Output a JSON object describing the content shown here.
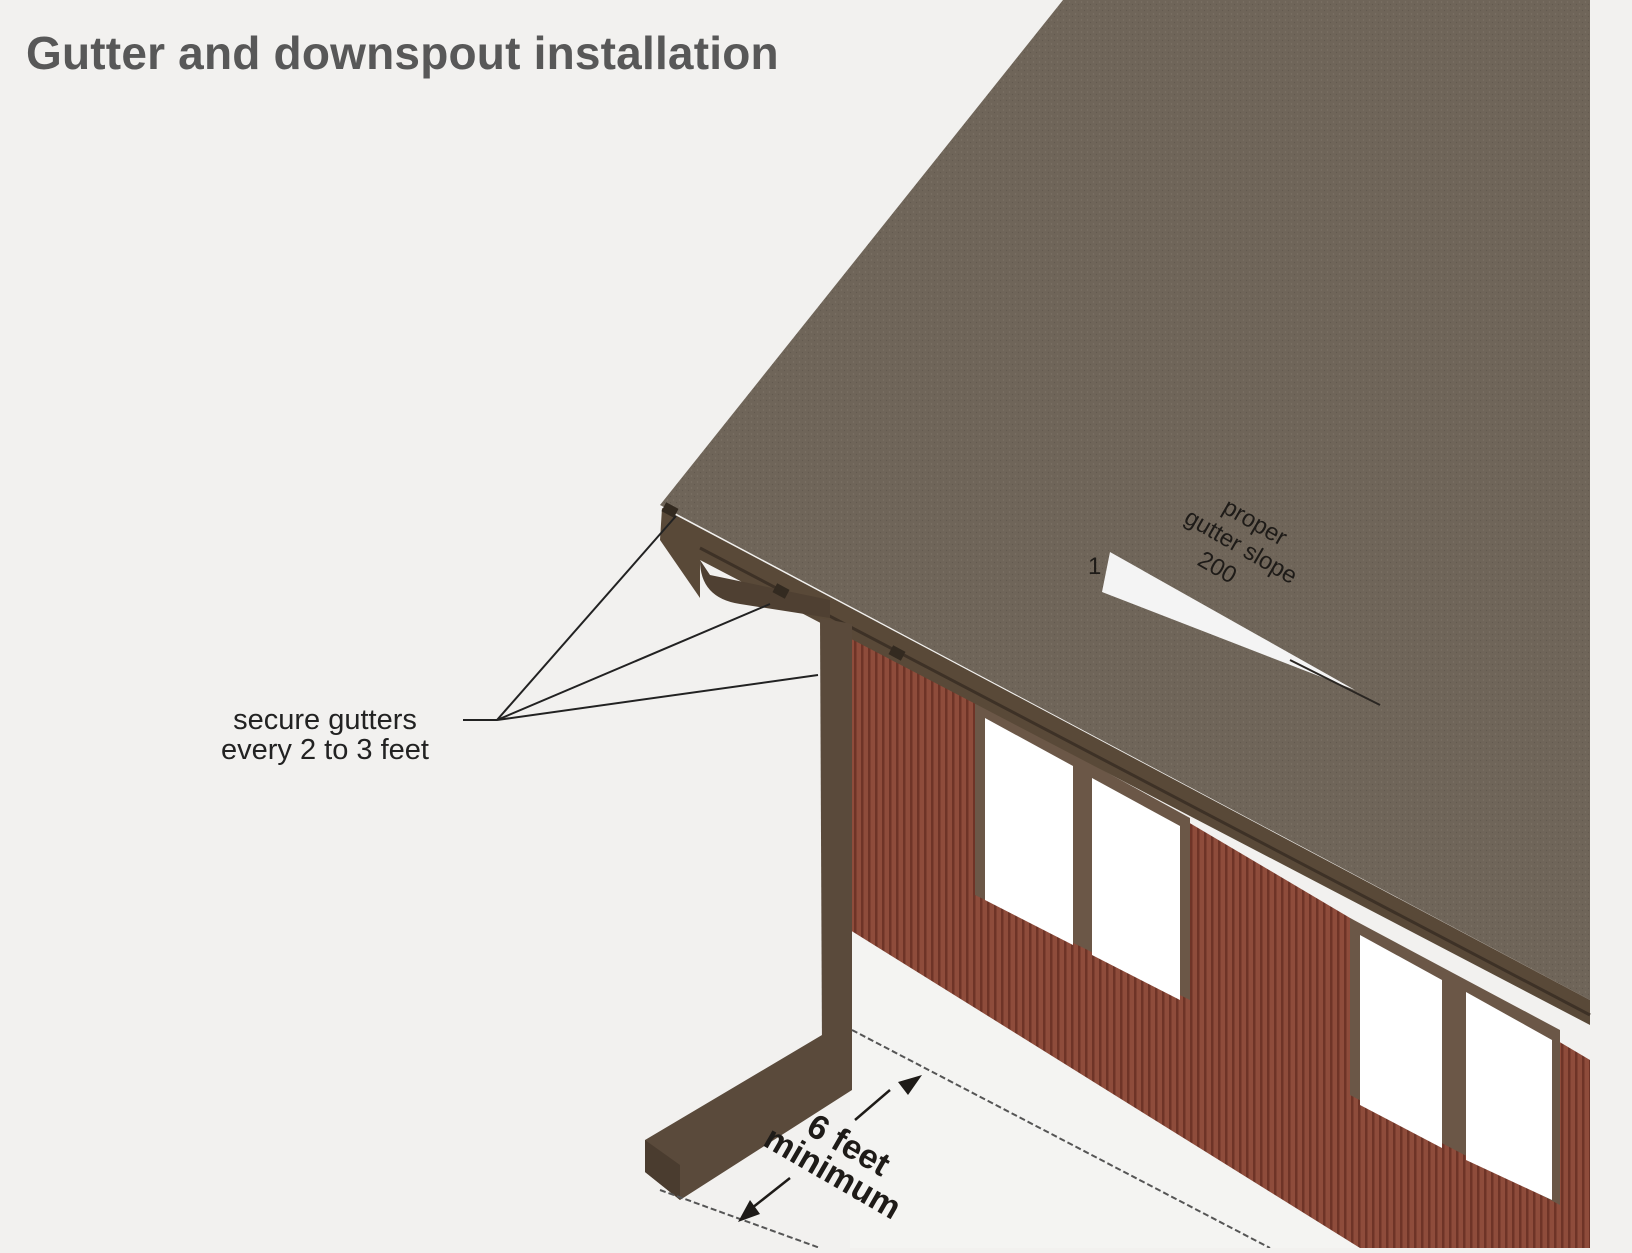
{
  "title": "Gutter and downspout installation",
  "callout": {
    "line1": "secure gutters",
    "line2": "every 2 to 3 feet"
  },
  "slope": {
    "label_line1": "proper",
    "label_line2": "gutter slope",
    "rise": "1",
    "run": "200"
  },
  "distance": {
    "line1": "6 feet",
    "line2": "minimum"
  },
  "colors": {
    "roof": "#6e6458",
    "gutter": "#5a4a3a",
    "wall": "#8a4a3a",
    "window_frame": "#6a5646",
    "background": "#f2f1ef"
  }
}
